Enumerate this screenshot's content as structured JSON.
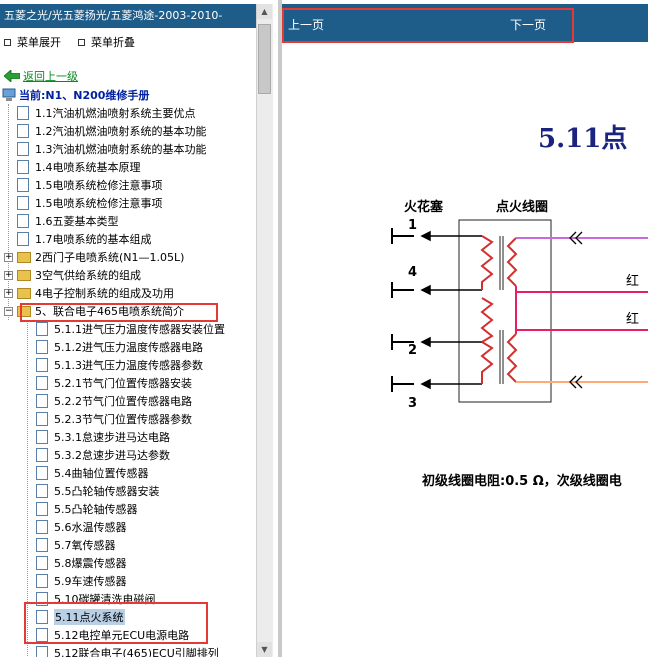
{
  "left_title": "五菱之光/光五菱扬光/五菱鸿途-2003-2010-",
  "menu_expand": "菜单展开",
  "menu_collapse": "菜单折叠",
  "back_link": "返回上一级",
  "current_manual": "当前:N1、N200维修手册",
  "tree": [
    {
      "label": "1.1汽油机燃油喷射系统主要优点",
      "type": "doc"
    },
    {
      "label": "1.2汽油机燃油喷射系统的基本功能",
      "type": "doc"
    },
    {
      "label": "1.3汽油机燃油喷射系统的基本功能",
      "type": "doc"
    },
    {
      "label": "1.4电喷系统基本原理",
      "type": "doc"
    },
    {
      "label": "1.5电喷系统检修注意事项",
      "type": "doc"
    },
    {
      "label": "1.5电喷系统检修注意事项",
      "type": "doc"
    },
    {
      "label": "1.6五菱基本类型",
      "type": "doc"
    },
    {
      "label": "1.7电喷系统的基本组成",
      "type": "doc"
    },
    {
      "label": "2西门子电喷系统(N1—1.05L)",
      "type": "folder"
    },
    {
      "label": "3空气供给系统的组成",
      "type": "folder"
    },
    {
      "label": "4电子控制系统的组成及功用",
      "type": "folder"
    },
    {
      "label": "5、联合电子465电喷系统简介",
      "type": "folder-open"
    },
    {
      "label": "5.1.1进气压力温度传感器安装位置",
      "type": "subdoc"
    },
    {
      "label": "5.1.2进气压力温度传感器电路",
      "type": "subdoc"
    },
    {
      "label": "5.1.3进气压力温度传感器参数",
      "type": "subdoc"
    },
    {
      "label": "5.2.1节气门位置传感器安装",
      "type": "subdoc"
    },
    {
      "label": "5.2.2节气门位置传感器电路",
      "type": "subdoc"
    },
    {
      "label": "5.2.3节气门位置传感器参数",
      "type": "subdoc"
    },
    {
      "label": "5.3.1怠速步进马达电路",
      "type": "subdoc"
    },
    {
      "label": "5.3.2怠速步进马达参数",
      "type": "subdoc"
    },
    {
      "label": "5.4曲轴位置传感器",
      "type": "subdoc"
    },
    {
      "label": "5.5凸轮轴传感器安装",
      "type": "subdoc"
    },
    {
      "label": "5.5凸轮轴传感器",
      "type": "subdoc"
    },
    {
      "label": "5.6水温传感器",
      "type": "subdoc"
    },
    {
      "label": "5.7氧传感器",
      "type": "subdoc"
    },
    {
      "label": "5.8爆震传感器",
      "type": "subdoc"
    },
    {
      "label": "5.9车速传感器",
      "type": "subdoc"
    },
    {
      "label": "5.10碳罐清洗电磁阀",
      "type": "subdoc"
    },
    {
      "label": "5.11点火系统",
      "type": "subdoc-selected"
    },
    {
      "label": "5.12电控单元ECU电源电路",
      "type": "subdoc"
    },
    {
      "label": "5.12联合电子(465)ECU引脚排列",
      "type": "subdoc"
    }
  ],
  "prev_page": "上一页",
  "next_page": "下一页",
  "heading": "5.11点",
  "diagram": {
    "spark_plug_label": "火花塞",
    "coil_label": "点火线圈",
    "plug_numbers": [
      "1",
      "4",
      "2",
      "3"
    ],
    "wire_label_1": "红",
    "wire_label_2": "红"
  },
  "caption": "初级线圈电阻:0.5 Ω，次级线圈电",
  "colors": {
    "header_bg": "#1e5d8a",
    "annotation_red": "#e53935",
    "heading_blue": "#1a237e"
  }
}
